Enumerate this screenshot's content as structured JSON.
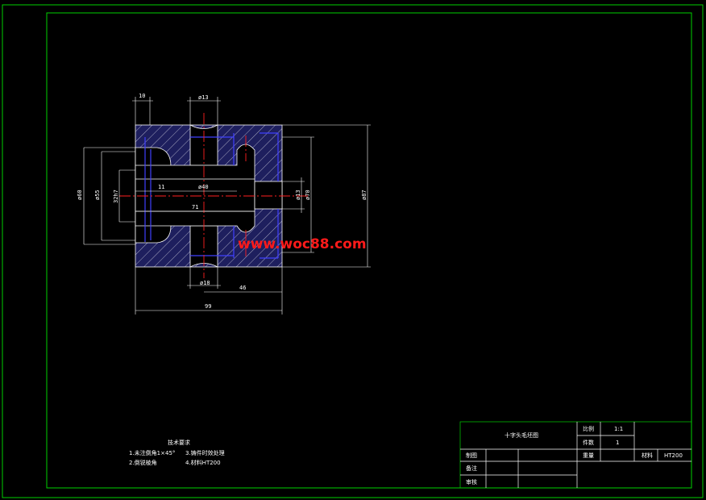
{
  "drawing": {
    "dimensions": {
      "d_10": "10",
      "d_phi13_top": "ø13",
      "d_phi60": "ø60",
      "d_phi55": "ø55",
      "d_32h7": "32h7",
      "d_11": "11",
      "d_phi40": "ø40",
      "d_71": "71",
      "d_phi13_right": "ø13",
      "d_phi70": "ø70",
      "d_phi87": "ø87",
      "d_phi18": "ø18",
      "d_46": "46",
      "d_99": "99"
    },
    "watermark": "www.woc88.com",
    "tech_requirements": {
      "title": "技术要求",
      "items": [
        "1.未注倒角1×45°",
        "3.铸件时效处理",
        "2.倒锐棱角",
        "4.材料HT200"
      ]
    }
  },
  "title_block": {
    "part_name": "十字头毛坯图",
    "scale_label": "比例",
    "scale_value": "1:1",
    "qty_label": "件数",
    "qty_value": "1",
    "drawn_label": "制图",
    "mass_label": "重量",
    "material_label": "材料",
    "material_value": "HT200",
    "note_label": "备注",
    "review_label": "审核"
  },
  "colors": {
    "frame": "#00d000",
    "part_fill": "#1e1f5e",
    "part_outline": "#ffffff",
    "hatch": "#ffffff",
    "centerline": "#ff2020",
    "hidden": "#4040ff",
    "watermark": "#ff1a1a"
  }
}
